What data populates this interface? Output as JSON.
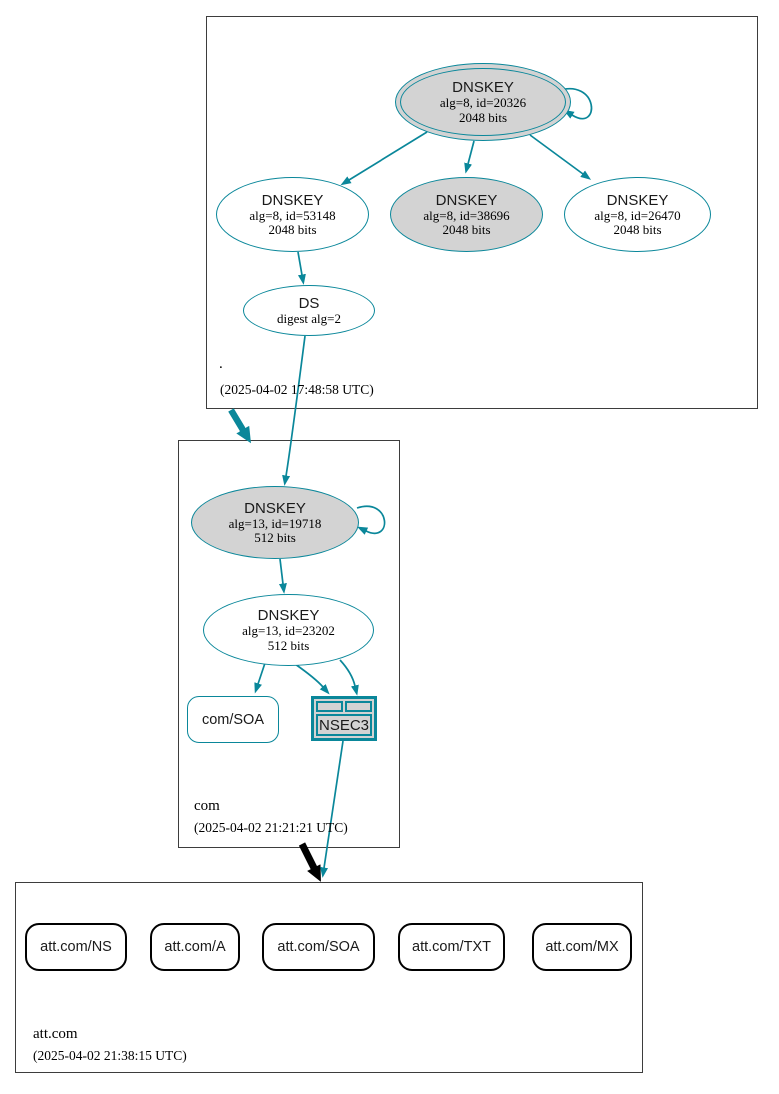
{
  "colors": {
    "teal": "#0a879a",
    "black": "#000000",
    "keyfill": "#d3d3d3"
  },
  "zones": {
    "root": {
      "label": ".",
      "timestamp": "(2025-04-02 17:48:58 UTC)"
    },
    "com": {
      "label": "com",
      "timestamp": "(2025-04-02 21:21:21 UTC)"
    },
    "att_com": {
      "label": "att.com",
      "timestamp": "(2025-04-02 21:38:15 UTC)"
    }
  },
  "nodes": {
    "root_ksk": {
      "type": "DNSKEY",
      "detail1": "alg=8, id=20326",
      "detail2": "2048 bits"
    },
    "root_zsk_1": {
      "type": "DNSKEY",
      "detail1": "alg=8, id=53148",
      "detail2": "2048 bits"
    },
    "root_zsk_2": {
      "type": "DNSKEY",
      "detail1": "alg=8, id=38696",
      "detail2": "2048 bits"
    },
    "root_zsk_3": {
      "type": "DNSKEY",
      "detail1": "alg=8, id=26470",
      "detail2": "2048 bits"
    },
    "root_ds": {
      "type": "DS",
      "detail1": "digest alg=2"
    },
    "com_ksk": {
      "type": "DNSKEY",
      "detail1": "alg=13, id=19718",
      "detail2": "512 bits"
    },
    "com_zsk": {
      "type": "DNSKEY",
      "detail1": "alg=13, id=23202",
      "detail2": "512 bits"
    },
    "com_soa": {
      "label": "com/SOA"
    },
    "com_nsec3": {
      "label": "NSEC3"
    },
    "att_ns": {
      "label": "att.com/NS"
    },
    "att_a": {
      "label": "att.com/A"
    },
    "att_soa": {
      "label": "att.com/SOA"
    },
    "att_txt": {
      "label": "att.com/TXT"
    },
    "att_mx": {
      "label": "att.com/MX"
    }
  }
}
